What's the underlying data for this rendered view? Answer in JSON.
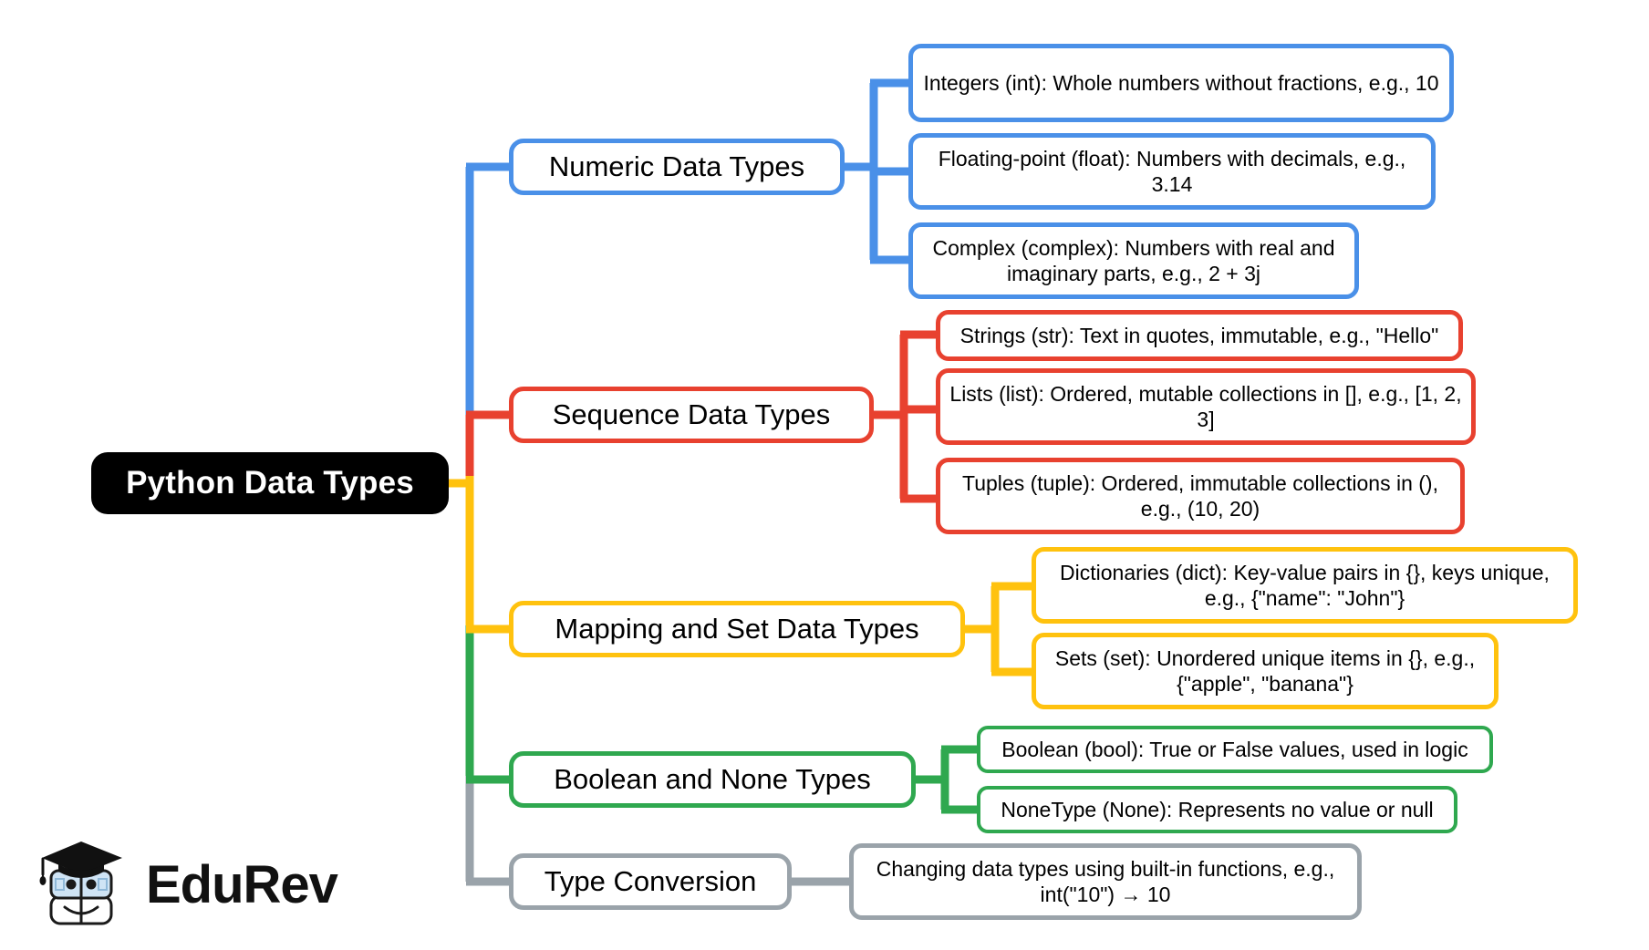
{
  "diagram": {
    "type": "mind-map",
    "title": "Python Data Types",
    "root": {
      "label": "Python Data Types",
      "color": "#000000",
      "text_color": "#FFFFFF"
    },
    "branches": [
      {
        "label": "Numeric Data Types",
        "color": "#4A90E8",
        "color_name": "blue",
        "children": [
          {
            "label": "Integers (int): Whole numbers without fractions, e.g., 10"
          },
          {
            "label": "Floating-point (float): Numbers with decimals, e.g., 3.14"
          },
          {
            "label": "Complex (complex): Numbers with real and imaginary parts, e.g., 2 + 3j"
          }
        ]
      },
      {
        "label": "Sequence Data Types",
        "color": "#E8412F",
        "color_name": "red",
        "children": [
          {
            "label": "Strings (str): Text in quotes, immutable, e.g., \"Hello\""
          },
          {
            "label": "Lists (list): Ordered, mutable collections in [], e.g., [1, 2, 3]"
          },
          {
            "label": "Tuples (tuple): Ordered, immutable collections in (), e.g., (10, 20)"
          }
        ]
      },
      {
        "label": "Mapping and Set Data Types",
        "color": "#FFC20E",
        "color_name": "yellow",
        "children": [
          {
            "label": "Dictionaries (dict): Key-value pairs in {}, keys unique, e.g., {\"name\": \"John\"}"
          },
          {
            "label": "Sets (set): Unordered unique items in {}, e.g., {\"apple\", \"banana\"}"
          }
        ]
      },
      {
        "label": "Boolean and None Types",
        "color": "#2FA84F",
        "color_name": "green",
        "children": [
          {
            "label": "Boolean (bool): True or False values, used in logic"
          },
          {
            "label": "NoneType (None): Represents no value or null"
          }
        ]
      },
      {
        "label": "Type Conversion",
        "color": "#9AA3AA",
        "color_name": "gray",
        "children": [
          {
            "label": "Changing data types using built-in functions, e.g., int(\"10\") → 10"
          }
        ]
      }
    ]
  },
  "logo": {
    "wordmark": "EduRev",
    "icon": "edurev-book-graduate-logo"
  }
}
